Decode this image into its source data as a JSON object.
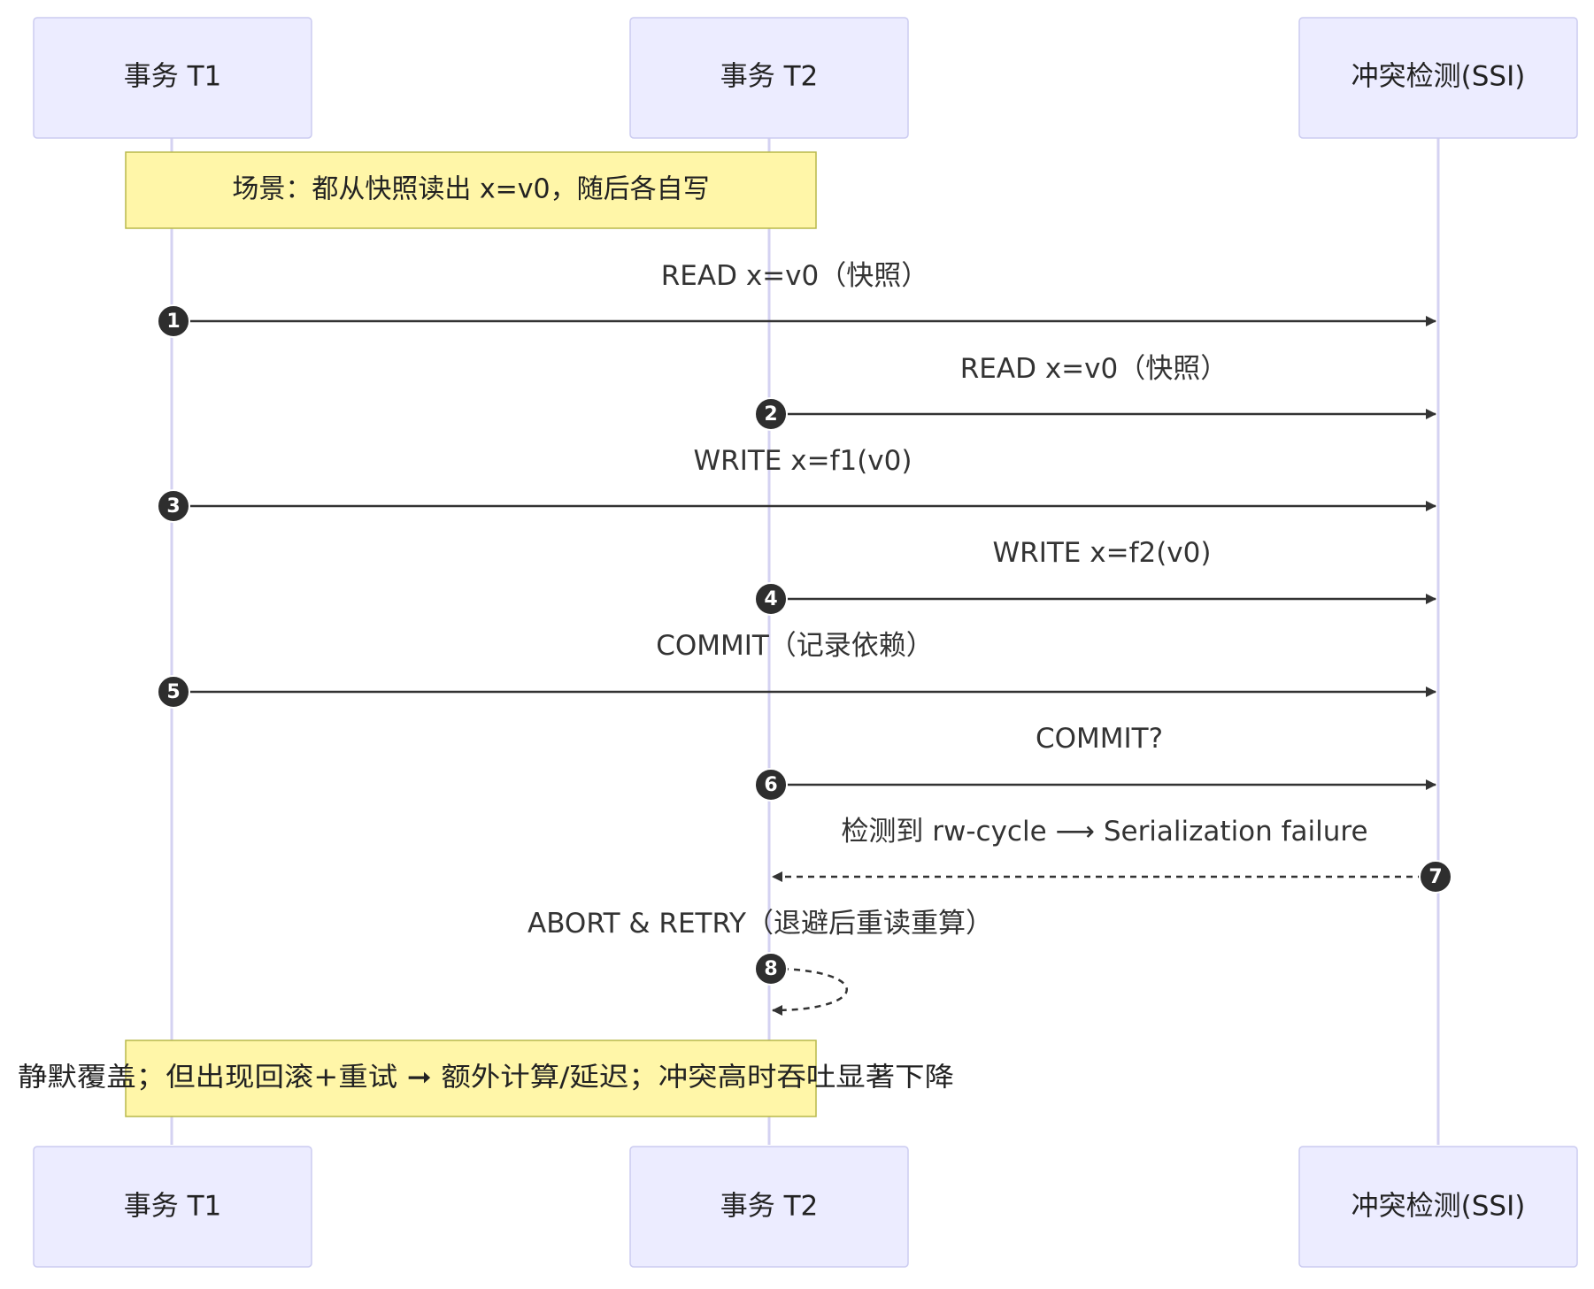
{
  "actors": [
    {
      "id": "t1",
      "label": "事务 T1"
    },
    {
      "id": "t2",
      "label": "事务 T2"
    },
    {
      "id": "ssi",
      "label": "冲突检测(SSI)"
    }
  ],
  "notes": [
    {
      "id": "scenario",
      "text": "场景：都从快照读出 x=v0，随后各自写"
    },
    {
      "id": "summary",
      "text": "静默覆盖；但出现回滚+重试 ➞ 额外计算/延迟；冲突高时吞吐显著下降"
    }
  ],
  "messages": [
    {
      "n": "1",
      "from": "t1",
      "to": "ssi",
      "label": "READ x=v0（快照）",
      "style": "solid"
    },
    {
      "n": "2",
      "from": "t2",
      "to": "ssi",
      "label": "READ x=v0（快照）",
      "style": "solid"
    },
    {
      "n": "3",
      "from": "t1",
      "to": "ssi",
      "label": "WRITE x=f1(v0)",
      "style": "solid"
    },
    {
      "n": "4",
      "from": "t2",
      "to": "ssi",
      "label": "WRITE x=f2(v0)",
      "style": "solid"
    },
    {
      "n": "5",
      "from": "t1",
      "to": "ssi",
      "label": "COMMIT（记录依赖）",
      "style": "solid"
    },
    {
      "n": "6",
      "from": "t2",
      "to": "ssi",
      "label": "COMMIT?",
      "style": "solid"
    },
    {
      "n": "7",
      "from": "ssi",
      "to": "t2",
      "label": "检测到 rw-cycle ⟶ Serialization failure",
      "style": "dashed"
    },
    {
      "n": "8",
      "from": "t2",
      "to": "t2",
      "label": "ABORT & RETRY（退避后重读重算）",
      "style": "dashed"
    }
  ]
}
